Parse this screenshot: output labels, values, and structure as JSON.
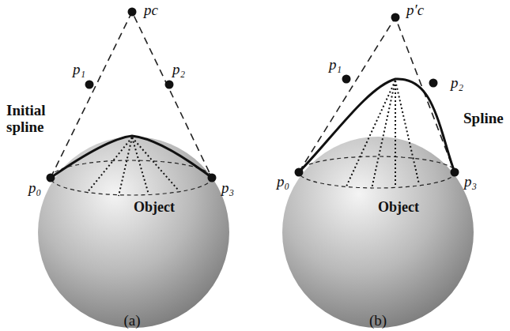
{
  "diagram": {
    "nodes": [
      {
        "text": [
          "Object"
        ]
      },
      {
        "text": [
          "Object"
        ]
      }
    ],
    "labels": [
      "pc",
      "p₁",
      "p₂",
      "Initial spline",
      "p₀",
      "p₃",
      "(a)",
      "p′c",
      "p₁",
      "p₂",
      "Spline",
      "p₀",
      "p₃",
      "(b)"
    ]
  }
}
